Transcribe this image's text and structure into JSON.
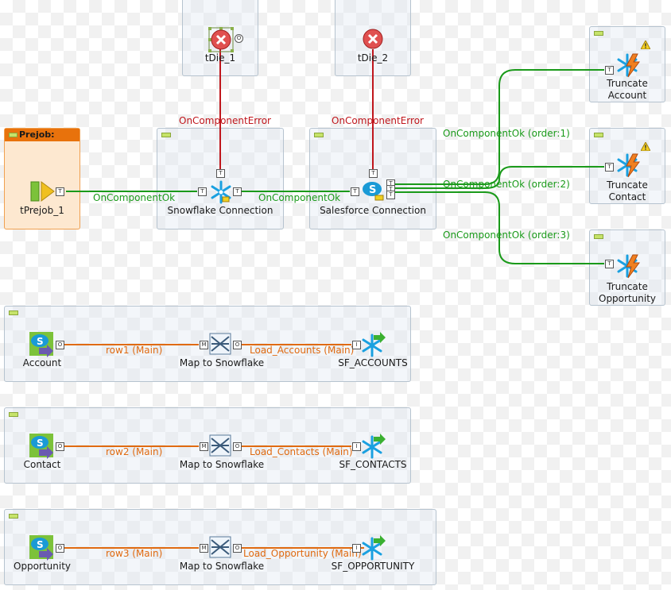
{
  "prejob": {
    "title": "Prejob:",
    "component": "tPrejob_1"
  },
  "die": {
    "die1": "tDie_1",
    "die2": "tDie_2"
  },
  "connections": {
    "snowflake": "Snowflake Connection",
    "salesforce": "Salesforce Connection"
  },
  "links": {
    "on_component_ok": "OnComponentOk",
    "on_component_error": "OnComponentError",
    "ok_order1": "OnComponentOk (order:1)",
    "ok_order2": "OnComponentOk (order:2)",
    "ok_order3": "OnComponentOk (order:3)"
  },
  "truncate": {
    "account": [
      "Truncate",
      "Account"
    ],
    "contact": [
      "Truncate",
      "Contact"
    ],
    "opportunity": [
      "Truncate",
      "Opportunity"
    ]
  },
  "flows": [
    {
      "source": "Account",
      "row": "row1 (Main)",
      "map": "Map to Snowflake",
      "load": "Load_Accounts (Main)",
      "target": "SF_ACCOUNTS"
    },
    {
      "source": "Contact",
      "row": "row2 (Main)",
      "map": "Map to Snowflake",
      "load": "Load_Contacts (Main)",
      "target": "SF_CONTACTS"
    },
    {
      "source": "Opportunity",
      "row": "row3 (Main)",
      "map": "Map to Snowflake",
      "load": "Load_Opportunity (Main)",
      "target": "SF_OPPORTUNITY"
    }
  ],
  "ports": {
    "trigger": "T",
    "output": "O",
    "main": "M",
    "input": "I"
  },
  "colors": {
    "ok_link": "#1a9a1a",
    "error_link": "#c0161c",
    "main_link": "#e06a10",
    "prejob": "#e8720c"
  }
}
